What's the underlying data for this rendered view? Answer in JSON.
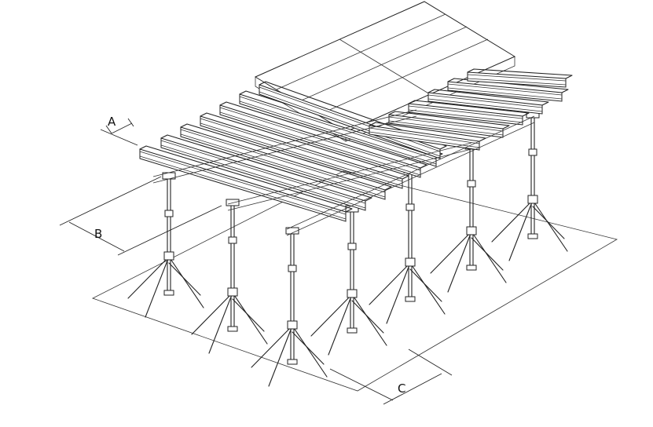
{
  "dimensions": {
    "a_label": "A",
    "b_label": "B",
    "c_label": "C"
  },
  "colors": {
    "line": "#222222",
    "background": "#ffffff"
  }
}
